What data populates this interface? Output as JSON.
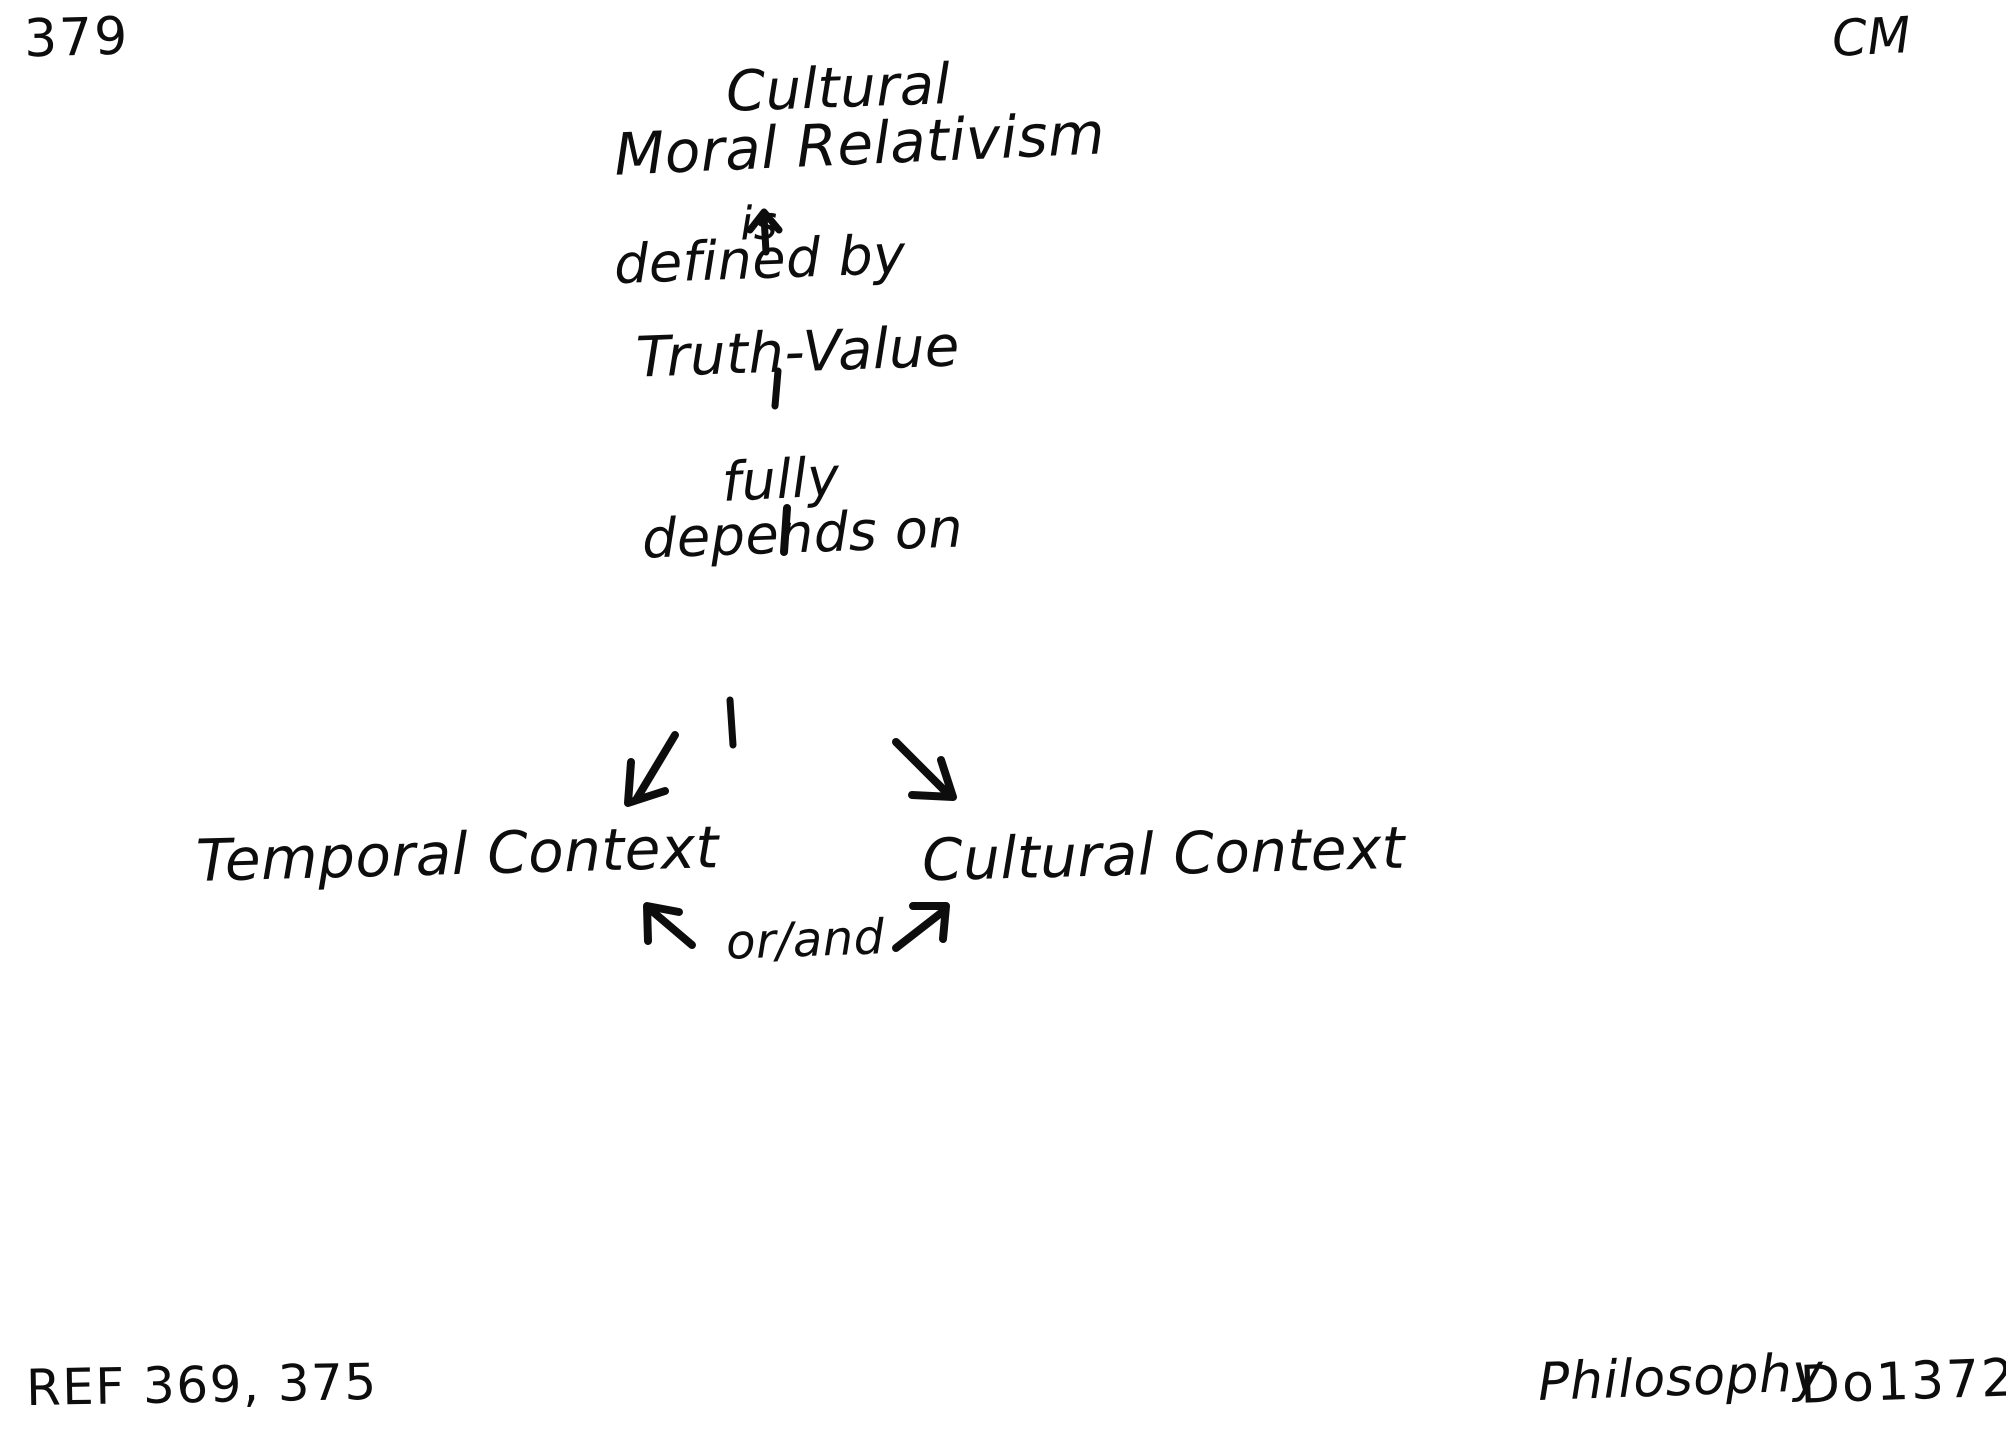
{
  "page": {
    "number": "379",
    "subject_initials": "CM",
    "background_color": "#ffffff",
    "ink_color": "#0d0d0d"
  },
  "footer": {
    "reference_note": "REF 369, 375",
    "course_label": "Philosophy",
    "course_code": "Do1372"
  },
  "diagram": {
    "type": "concept-map",
    "title_line_1": "Cultural",
    "title_line_2": "Moral Relativism",
    "root_node": "Cultural Moral Relativism",
    "relations": {
      "is": "is",
      "defined_by": "defined by",
      "fully": "fully",
      "depends_on": "depends on",
      "or_and": "or/and"
    },
    "nodes": {
      "truth_value": "Truth-Value",
      "temporal_context": "Temporal Context",
      "cultural_context": "Cultural Context"
    },
    "connectors": [
      {
        "name": "arrow-up-to-title",
        "kind": "arrow",
        "direction": "up"
      },
      {
        "name": "stem-defined-by-to-truth-value",
        "kind": "line",
        "direction": "vertical"
      },
      {
        "name": "stem-truth-value-to-depends-on",
        "kind": "line",
        "direction": "vertical"
      },
      {
        "name": "arrow-depends-to-temporal",
        "kind": "arrow",
        "direction": "down-left"
      },
      {
        "name": "arrow-depends-to-cultural",
        "kind": "arrow",
        "direction": "down-right"
      },
      {
        "name": "arrow-or-and-to-temporal",
        "kind": "arrow",
        "direction": "up-left"
      },
      {
        "name": "arrow-or-and-to-cultural",
        "kind": "arrow",
        "direction": "up-right"
      }
    ]
  }
}
